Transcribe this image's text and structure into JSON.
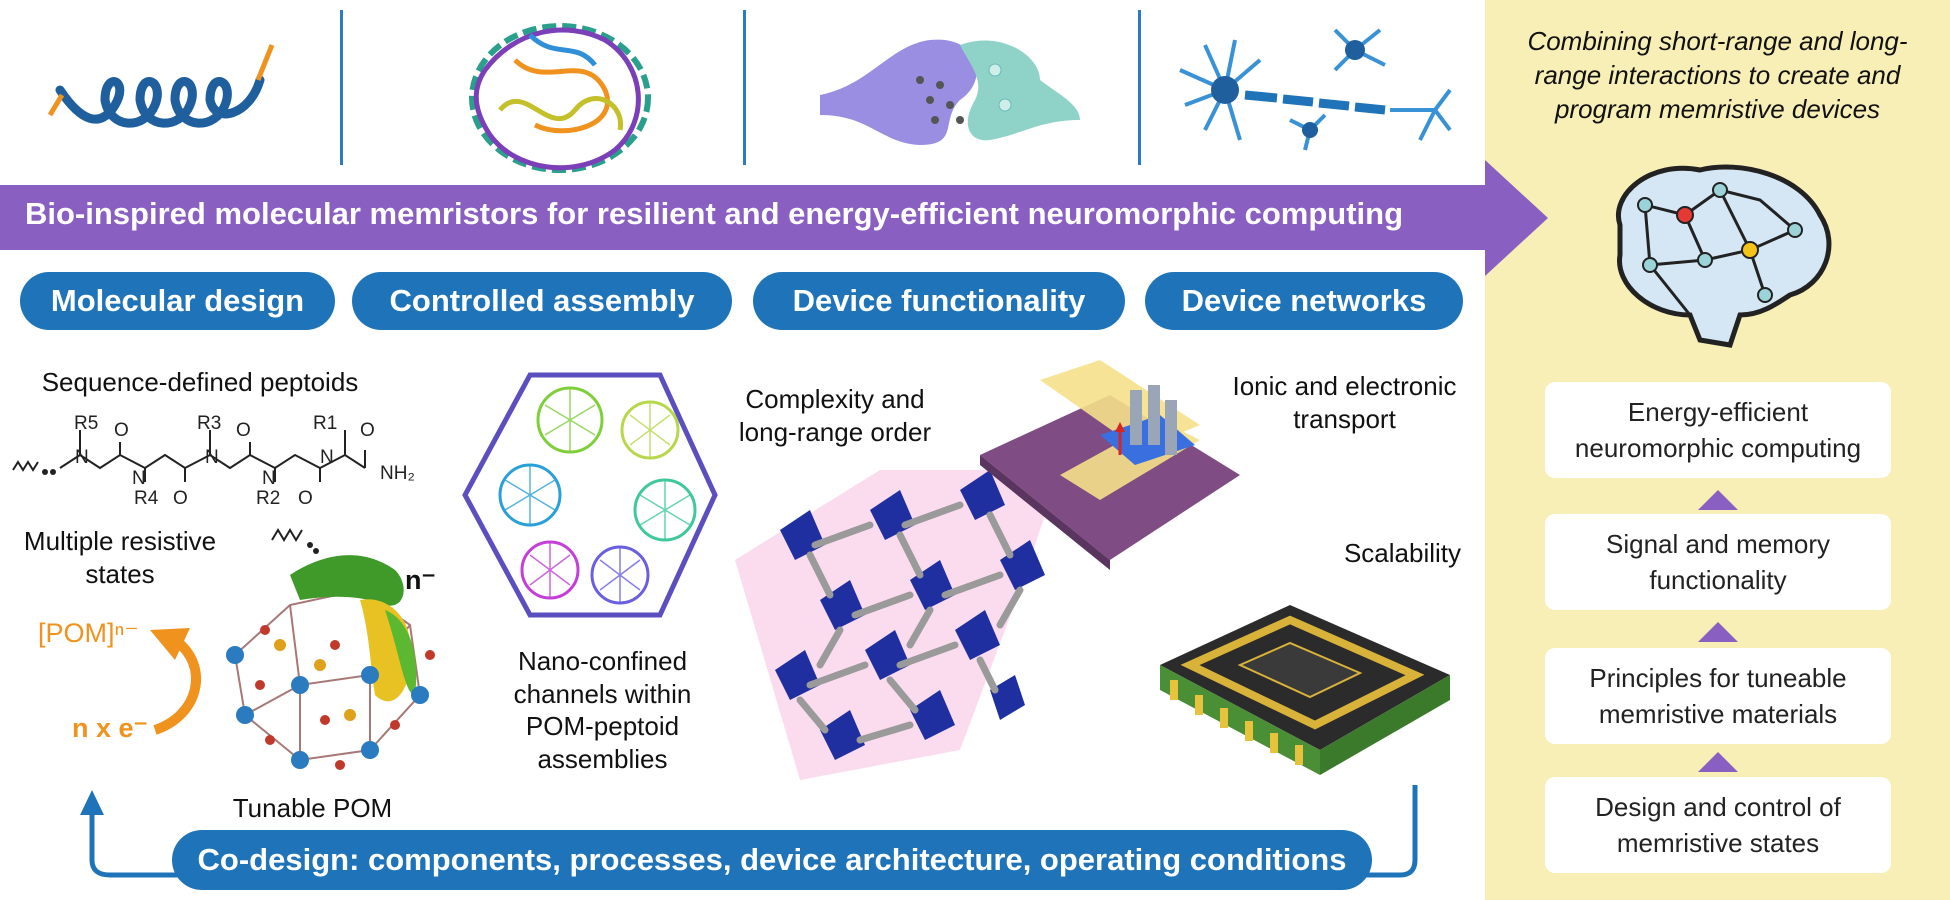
{
  "right_panel": {
    "title": "Combining short-range and long-range interactions to create and program memristive devices",
    "boxes": [
      "Energy-efficient neuromorphic computing",
      "Signal and memory functionality",
      "Principles for tuneable memristive materials",
      "Design and control of memristive states"
    ]
  },
  "banner": {
    "text": "Bio-inspired molecular memristors for resilient and energy-efficient neuromorphic computing"
  },
  "stages": [
    "Molecular design",
    "Controlled assembly",
    "Device functionality",
    "Device networks"
  ],
  "labels": {
    "peptoids": "Sequence-defined peptoids",
    "resistive": "Multiple resistive states",
    "pom_charge": "[POM]ⁿ⁻",
    "electrons": "n x e⁻",
    "charge": "n⁻",
    "tunable_pom": "Tunable POM",
    "nano_channels": "Nano-confined channels within POM-peptoid assemblies",
    "complexity": "Complexity and long-range order",
    "transport": "Ionic and electronic transport",
    "scalability": "Scalability"
  },
  "chem": {
    "r5": "R5",
    "r3": "R3",
    "r1": "R1",
    "r4": "R4",
    "r2": "R2",
    "n": "N",
    "o": "O",
    "nh2": "NH₂"
  },
  "codesign": "Co-design: components, processes, device architecture, operating conditions",
  "colors": {
    "blue": "#1f74b9",
    "purple": "#8a5fc2",
    "panel": "#f8efb6",
    "orange": "#f0921e"
  }
}
